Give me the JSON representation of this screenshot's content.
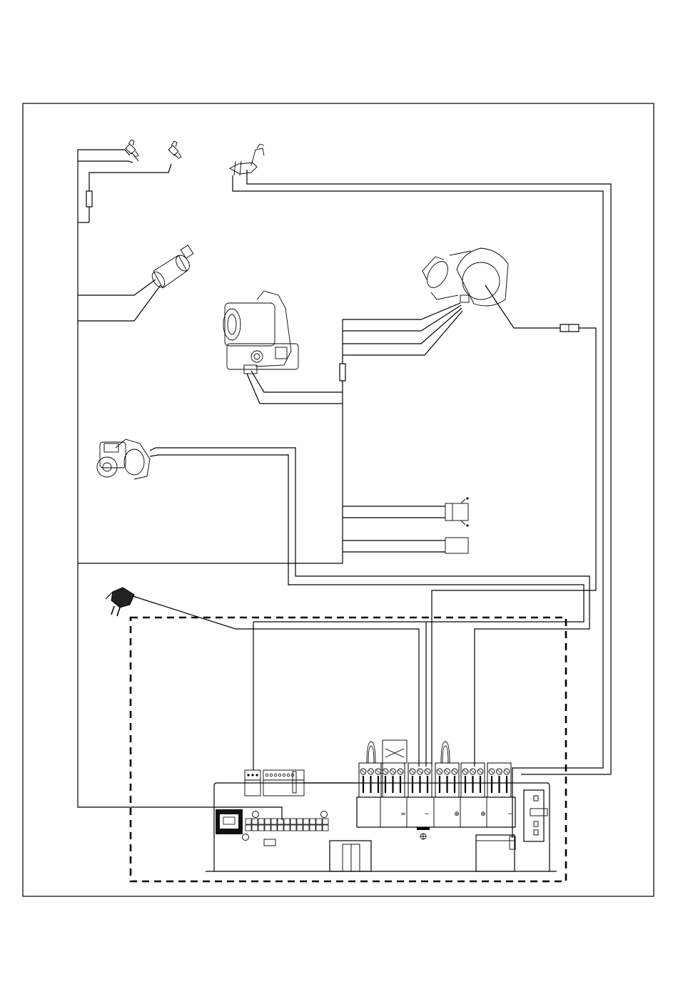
{
  "diagram": {
    "type": "wiring-diagram",
    "terminal_symbols": [
      "=",
      "−",
      "⊕",
      "⊕",
      "−",
      "⊕",
      "⊕",
      "⊕"
    ],
    "colors": {
      "line": "#000000",
      "background": "#ffffff",
      "dark_part": "#222222"
    },
    "components": [
      "flow-sensor-icon",
      "return-sensor-icon",
      "ignition-electrode-icon",
      "pressure-sensor-icon",
      "gas-valve-icon",
      "fan-icon",
      "pump-icon",
      "open-connector-icon",
      "closed-connector-icon",
      "mains-plug-icon",
      "control-board",
      "terminal-strip",
      "rj-socket-icon",
      "earth-icon"
    ]
  }
}
